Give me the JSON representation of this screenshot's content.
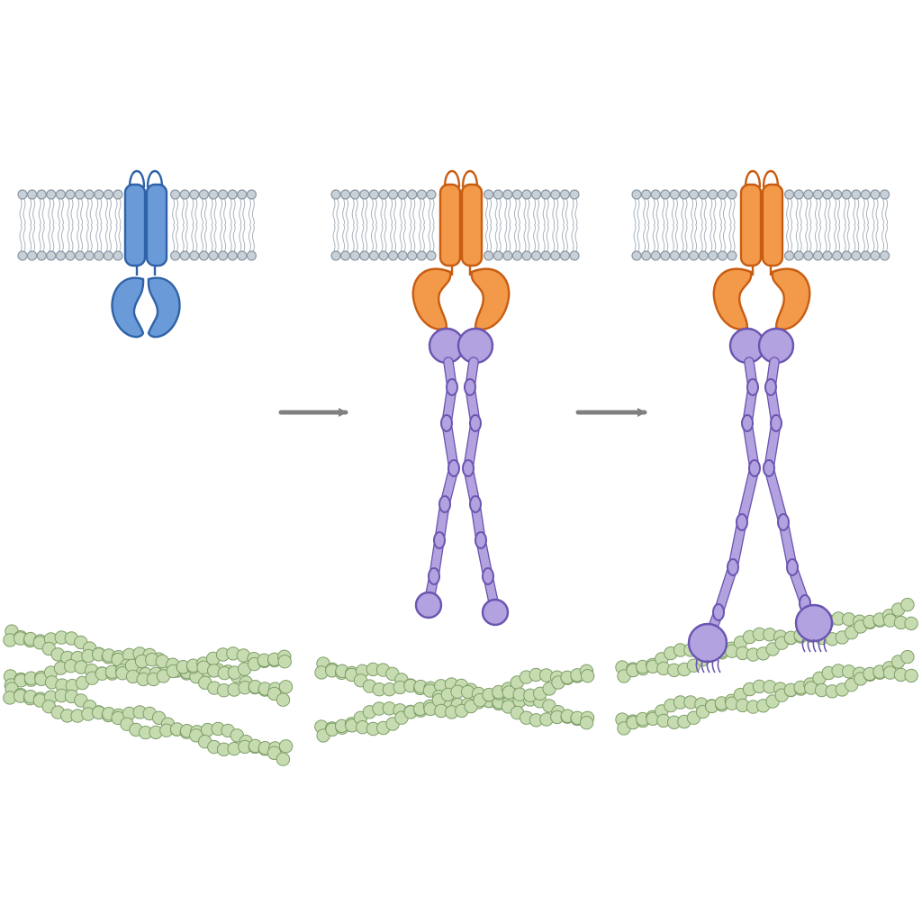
{
  "diagram": {
    "panels": [
      {
        "id": "inactive",
        "receptor_state": "inactive",
        "adaptor_bound": false,
        "filament_state": "crossed",
        "adaptor_attached_to_filament": false
      },
      {
        "id": "activated",
        "receptor_state": "active",
        "adaptor_bound": true,
        "filament_state": "crossed",
        "adaptor_attached_to_filament": false
      },
      {
        "id": "anchored",
        "receptor_state": "active",
        "adaptor_bound": true,
        "filament_state": "parallel",
        "adaptor_attached_to_filament": true
      }
    ],
    "arrows": [
      {
        "from": "inactive",
        "to": "activated"
      },
      {
        "from": "activated",
        "to": "anchored"
      }
    ],
    "colors": {
      "background": "#ffffff",
      "lipid_head": "#c8d0d8",
      "lipid_head_stroke": "#8c98a4",
      "lipid_tail": "#a9b3bd",
      "receptor_inactive": "#6a9bd8",
      "receptor_inactive_stroke": "#2f62a8",
      "receptor_active": "#f29a4a",
      "receptor_active_stroke": "#c85d12",
      "adaptor": "#b3a2e0",
      "adaptor_stroke": "#6a55b0",
      "filament_fill": "#c6dcb0",
      "filament_stroke": "#7f9e69",
      "arrow": "#808080"
    }
  }
}
